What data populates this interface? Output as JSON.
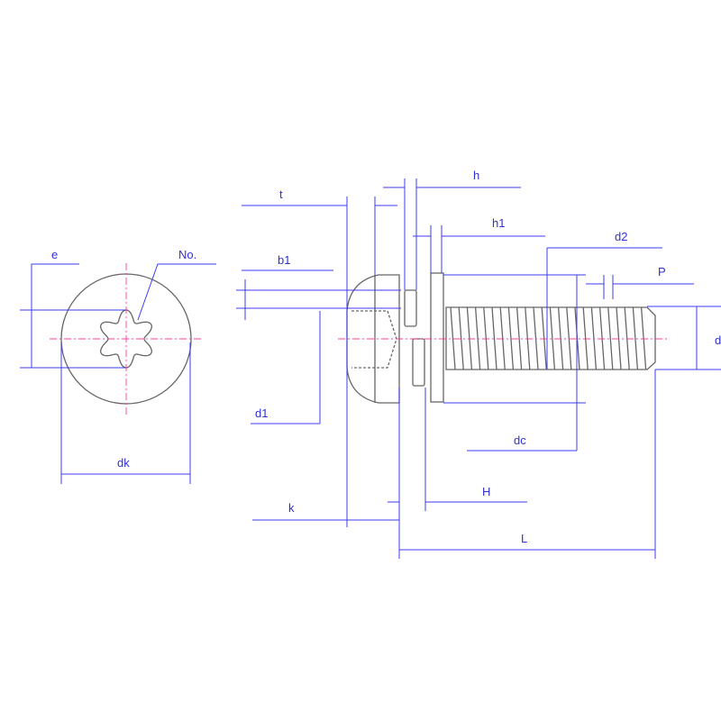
{
  "labels": {
    "e": "e",
    "no": "No.",
    "dk": "dk",
    "t": "t",
    "b1": "b1",
    "d1": "d1",
    "k": "k",
    "h": "h",
    "h1": "h1",
    "d2": "d2",
    "P": "P",
    "d": "d",
    "dc": "dc",
    "H": "H",
    "L": "L"
  },
  "colors": {
    "dimension": "#3c3cf0",
    "centerline": "#ff3c9a",
    "outline": "#666666"
  }
}
